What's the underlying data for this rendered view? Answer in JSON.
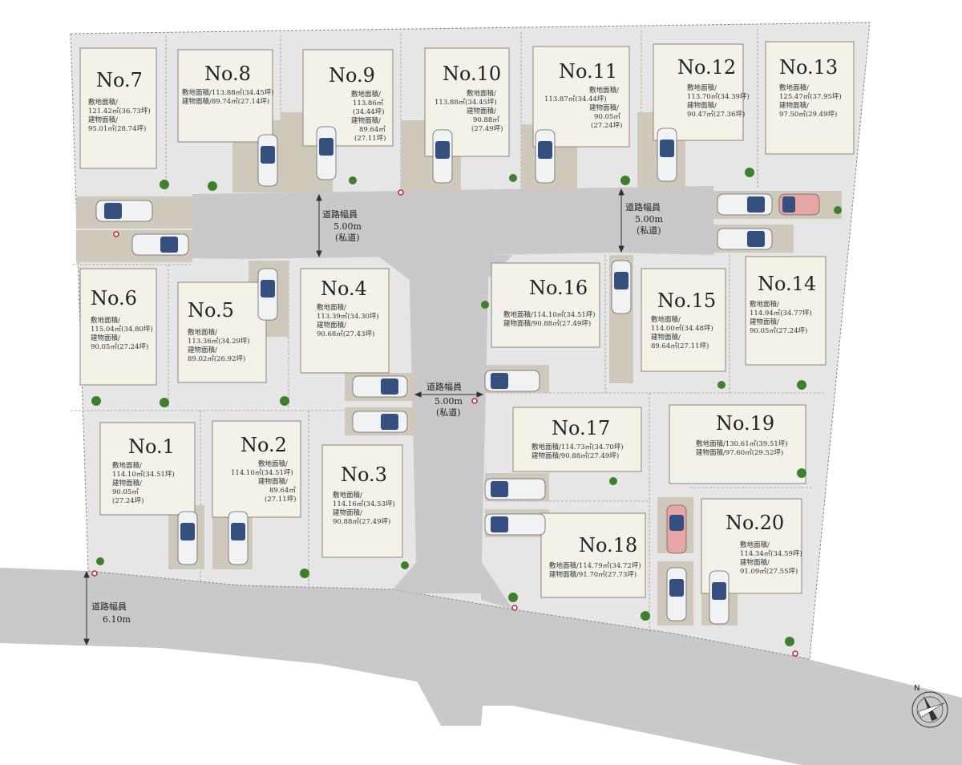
{
  "lots": [
    {
      "no": "No.1",
      "lines": [
        "敷地面積/",
        "114.10㎡(34.51坪)",
        "建物面積/",
        "90.05㎡",
        "(27.24坪)"
      ]
    },
    {
      "no": "No.2",
      "lines": [
        "敷地面積/",
        "114.10㎡(34.51坪)",
        "建物面積/",
        "89.64㎡",
        "(27.11坪)"
      ]
    },
    {
      "no": "No.3",
      "lines": [
        "敷地面積/",
        "114.16㎡(34.53坪)",
        "建物面積/",
        "90.88㎡(27.49坪)"
      ]
    },
    {
      "no": "No.4",
      "lines": [
        "敷地面積/",
        "113.39㎡(34.30坪)",
        "建物面積/",
        "90.68㎡(27.43坪)"
      ]
    },
    {
      "no": "No.5",
      "lines": [
        "敷地面積/",
        "113.36㎡(34.29坪)",
        "建物面積/",
        "89.02㎡(26.92坪)"
      ]
    },
    {
      "no": "No.6",
      "lines": [
        "敷地面積/",
        "115.04㎡(34.80坪)",
        "建物面積/",
        "90.05㎡(27.24坪)"
      ]
    },
    {
      "no": "No.7",
      "lines": [
        "敷地面積/",
        "121.42㎡(36.73坪)",
        "建物面積/",
        "95.01㎡(28.74坪)"
      ]
    },
    {
      "no": "No.8",
      "lines": [
        "敷地面積/113.88㎡(34.45坪)",
        "建物面積/89.74㎡(27.14坪)"
      ]
    },
    {
      "no": "No.9",
      "lines": [
        "敷地面積/",
        "113.86㎡",
        "(34.44坪)",
        "建物面積/",
        "89.64㎡",
        "(27.11坪)"
      ]
    },
    {
      "no": "No.10",
      "lines": [
        "敷地面積/",
        "113.88㎡(34.45坪)",
        "建物面積/",
        "90.88㎡",
        "(27.49坪)"
      ]
    },
    {
      "no": "No.11",
      "lines": [
        "敷地面積/",
        "113.87㎡(34.44坪)",
        "建物面積/",
        "90.05㎡",
        "(27.24坪)"
      ]
    },
    {
      "no": "No.12",
      "lines": [
        "敷地面積/",
        "113.70㎡(34.39坪)",
        "建物面積/",
        "90.47㎡(27.36坪)"
      ]
    },
    {
      "no": "No.13",
      "lines": [
        "敷地面積/",
        "125.47㎡(37.95坪)",
        "建物面積/",
        "97.50㎡(29.49坪)"
      ]
    },
    {
      "no": "No.14",
      "lines": [
        "敷地面積/",
        "114.94㎡(34.77坪)",
        "建物面積/",
        "90.05㎡(27.24坪)"
      ]
    },
    {
      "no": "No.15",
      "lines": [
        "敷地面積/",
        "114.00㎡(34.48坪)",
        "建物面積/",
        "89.64㎡(27.11坪)"
      ]
    },
    {
      "no": "No.16",
      "lines": [
        "敷地面積/114.10㎡(34.51坪)",
        "建物面積/90.88㎡(27.49坪)"
      ]
    },
    {
      "no": "No.17",
      "lines": [
        "敷地面積/114.73㎡(34.70坪)",
        "建物面積/90.88㎡(27.49坪)"
      ]
    },
    {
      "no": "No.18",
      "lines": [
        "敷地面積/114.79㎡(34.72坪)",
        "建物面積/91.70㎡(27.73坪)"
      ]
    },
    {
      "no": "No.19",
      "lines": [
        "敷地面積/130.61㎡(39.51坪)",
        "建物面積/97.60㎡(29.52坪)"
      ]
    },
    {
      "no": "No.20",
      "lines": [
        "敷地面積/",
        "114.34㎡(34.59坪)",
        "建物面積/",
        "91.09㎡(27.55坪)"
      ]
    }
  ],
  "roads": [
    {
      "label": "道路幅員",
      "width": "5.00m",
      "note": "(私道)"
    },
    {
      "label": "道路幅員",
      "width": "5.00m",
      "note": "(私道)"
    },
    {
      "label": "道路幅員",
      "width": "5.00m",
      "note": "(私道)"
    },
    {
      "label": "道路幅員",
      "width": "6.10m",
      "note": ""
    }
  ],
  "compass": {
    "label": "N",
    "icon": "north-arrow-icon"
  },
  "colors": {
    "road": "#c9c9cb",
    "paving": "#e4e4e4",
    "building": "#f4f1e8",
    "parking": "#cfc9bb",
    "tree": "#3f7f2a",
    "car_body": "#f1f2f4",
    "car_glass": "#35507e",
    "red_car": "#e8a5a5"
  }
}
